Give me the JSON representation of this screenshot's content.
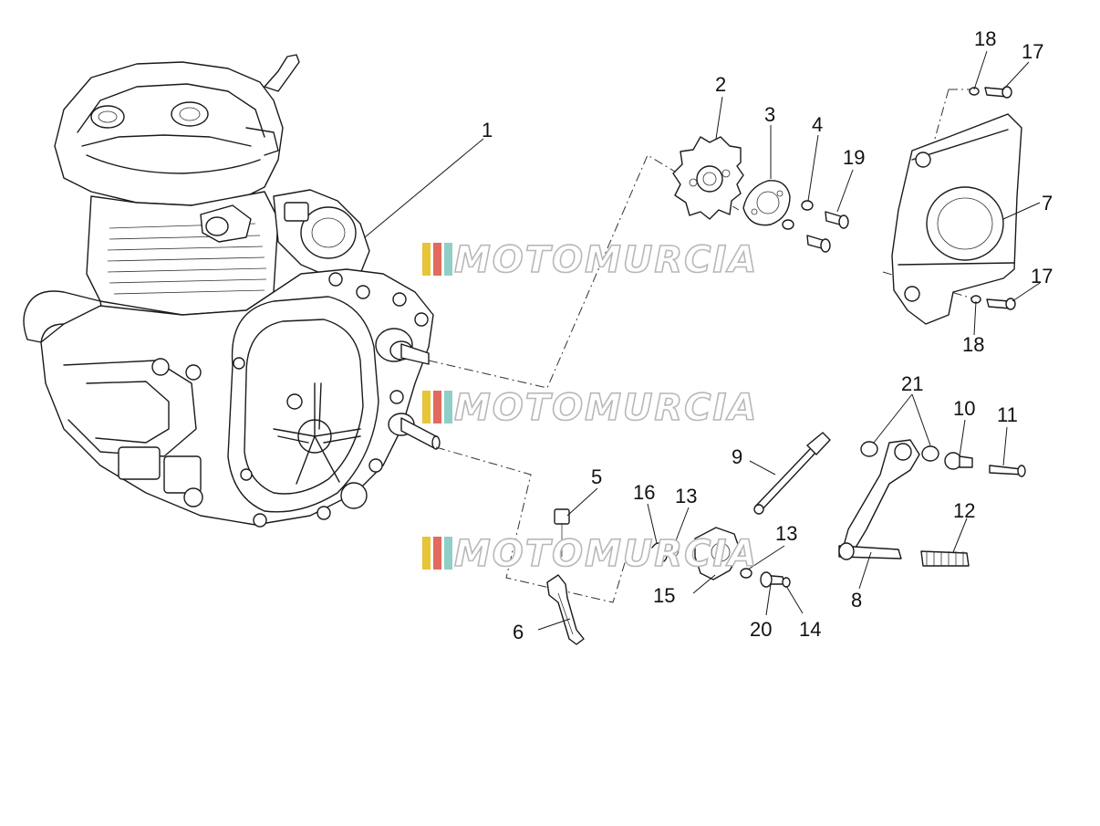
{
  "watermark": {
    "text": "MOTOMURCIA",
    "flag_colors": [
      "#e8c437",
      "#e26a5e",
      "#8fcfc6"
    ],
    "outline_color": "#b8b8b8"
  },
  "callouts": [
    {
      "id": "c1",
      "label": "1"
    },
    {
      "id": "c2",
      "label": "2"
    },
    {
      "id": "c3",
      "label": "3"
    },
    {
      "id": "c4",
      "label": "4"
    },
    {
      "id": "c5",
      "label": "5"
    },
    {
      "id": "c6",
      "label": "6"
    },
    {
      "id": "c7",
      "label": "7"
    },
    {
      "id": "c8",
      "label": "8"
    },
    {
      "id": "c9",
      "label": "9"
    },
    {
      "id": "c10",
      "label": "10"
    },
    {
      "id": "c11",
      "label": "11"
    },
    {
      "id": "c12",
      "label": "12"
    },
    {
      "id": "c13a",
      "label": "13"
    },
    {
      "id": "c13b",
      "label": "13"
    },
    {
      "id": "c14",
      "label": "14"
    },
    {
      "id": "c15",
      "label": "15"
    },
    {
      "id": "c16",
      "label": "16"
    },
    {
      "id": "c17a",
      "label": "17"
    },
    {
      "id": "c17b",
      "label": "17"
    },
    {
      "id": "c18a",
      "label": "18"
    },
    {
      "id": "c18b",
      "label": "18"
    },
    {
      "id": "c19",
      "label": "19"
    },
    {
      "id": "c20",
      "label": "20"
    },
    {
      "id": "c21",
      "label": "21"
    }
  ]
}
